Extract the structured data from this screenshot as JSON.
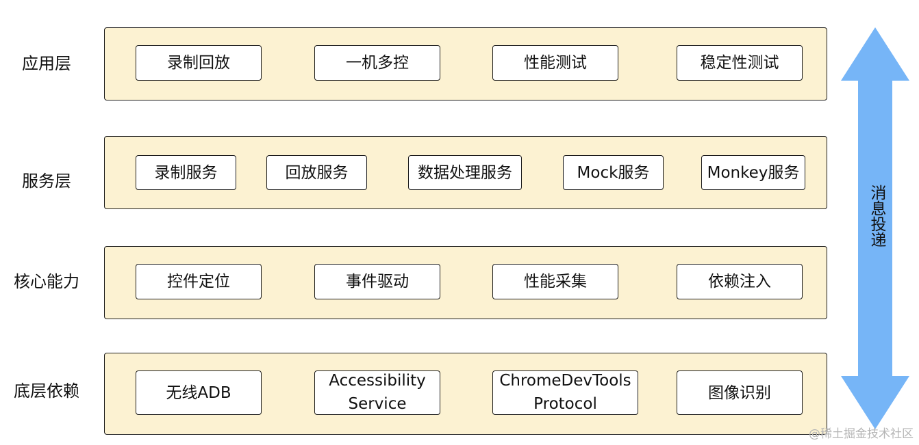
{
  "colors": {
    "band_fill": "#fcf2d2",
    "arrow_fill": "#76b5f7",
    "border": "#1a1a1a"
  },
  "layers": [
    {
      "label": "应用层",
      "items": [
        {
          "lines": [
            "录制回放"
          ]
        },
        {
          "lines": [
            "一机多控"
          ]
        },
        {
          "lines": [
            "性能测试"
          ]
        },
        {
          "lines": [
            "稳定性测试"
          ]
        }
      ]
    },
    {
      "label": "服务层",
      "items": [
        {
          "lines": [
            "录制服务"
          ]
        },
        {
          "lines": [
            "回放服务"
          ]
        },
        {
          "lines": [
            "数据处理服务"
          ]
        },
        {
          "lines": [
            "Mock服务"
          ]
        },
        {
          "lines": [
            "Monkey服务"
          ]
        }
      ]
    },
    {
      "label": "核心能力",
      "items": [
        {
          "lines": [
            "控件定位"
          ]
        },
        {
          "lines": [
            "事件驱动"
          ]
        },
        {
          "lines": [
            "性能采集"
          ]
        },
        {
          "lines": [
            "依赖注入"
          ]
        }
      ]
    },
    {
      "label": "底层依赖",
      "items": [
        {
          "lines": [
            "无线ADB"
          ]
        },
        {
          "lines": [
            "Accessibility",
            "Service"
          ]
        },
        {
          "lines": [
            "ChromeDevTools",
            "Protocol"
          ]
        },
        {
          "lines": [
            "图像识别"
          ]
        }
      ]
    }
  ],
  "arrow": {
    "label": "消息投递",
    "icon": "double-headed-vertical-arrow"
  },
  "watermark": "@稀土掘金技术社区"
}
